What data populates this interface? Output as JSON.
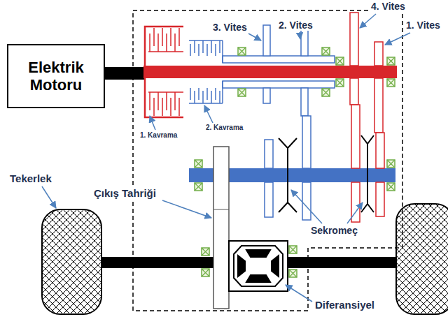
{
  "diagram": {
    "nodes": [
      {
        "text": [
          "Elektrik Motoru"
        ]
      }
    ],
    "labels": [
      "4. Vites",
      "3. Vites",
      "2. Vites",
      "1. Vites",
      "1. Kavrama",
      "2. Kavrama",
      "Tekerlek",
      "Çıkış Tahriği",
      "Sekromeç",
      "Diferansiyel"
    ]
  }
}
